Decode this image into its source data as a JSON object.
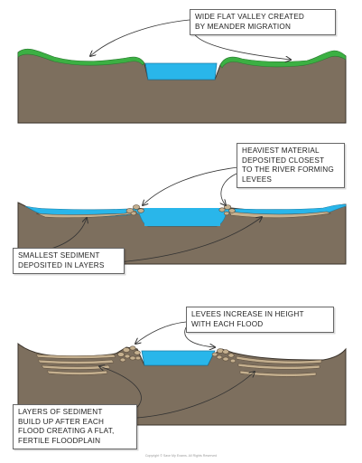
{
  "labels": {
    "valley": [
      "WIDE FLAT VALLEY CREATED",
      "BY MEANDER MIGRATION"
    ],
    "heaviest": [
      "HEAVIEST MATERIAL",
      "DEPOSITED CLOSEST",
      "TO THE RIVER FORMING",
      "LEVEES"
    ],
    "smallest": [
      "SMALLEST SEDIMENT",
      "DEPOSITED IN LAYERS"
    ],
    "levees_height": [
      "LEVEES INCREASE IN HEIGHT",
      "WITH EACH FLOOD"
    ],
    "layers": [
      "LAYERS OF SEDIMENT",
      "BUILD UP AFTER EACH",
      "FLOOD CREATING A FLAT,",
      "FERTILE FLOODPLAIN"
    ]
  },
  "copyright": "Copyright © Save My Exams. All Rights Reserved",
  "colors": {
    "earth": "#7d6f5e",
    "grass": "#3cb043",
    "water": "#29b6ea",
    "sediment": "#c5b08f",
    "outline": "#3a332b"
  }
}
